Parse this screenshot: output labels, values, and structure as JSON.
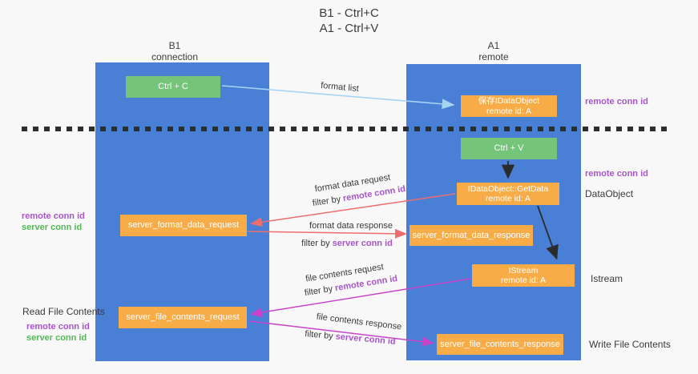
{
  "title": {
    "line1": "B1 - Ctrl+C",
    "line2": "A1 - Ctrl+V"
  },
  "columns": {
    "left": {
      "name": "B1",
      "role": "connection"
    },
    "right": {
      "name": "A1",
      "role": "remote"
    }
  },
  "nodes": {
    "ctrl_c": {
      "label": "Ctrl + C"
    },
    "save_dataobject": {
      "line1": "保存IDataObject",
      "line2": "remote id: A"
    },
    "ctrl_v": {
      "label": "Ctrl + V"
    },
    "getdata": {
      "line1": "IDataObject::GetData",
      "line2": "remote id: A"
    },
    "format_request": {
      "label": "server_format_data_request"
    },
    "format_response": {
      "label": "server_format_data_response"
    },
    "istream": {
      "line1": "IStream",
      "line2": "remote id: A"
    },
    "file_request": {
      "label": "server_file_contents_request"
    },
    "file_response": {
      "label": "server_file_contents_response"
    }
  },
  "flow_labels": {
    "format_list": "format list",
    "format_data_request": "format data request",
    "format_data_response": "format data response",
    "file_contents_request": "file contents request",
    "file_contents_response": "file contents response",
    "filter_by": "filter by ",
    "remote_conn_id": "remote conn id",
    "server_conn_id": "server conn id"
  },
  "side_labels": {
    "right_remote_conn_id_top": "remote conn id",
    "right_remote_conn_id_mid": "remote conn id",
    "dataobject": "DataObject",
    "istream": "Istream",
    "write_file_contents": "Write File Contents",
    "left_remote_conn_id_top": "remote conn id",
    "left_server_conn_id_top": "server conn id",
    "read_file_contents": "Read File Contents",
    "left_remote_conn_id_bottom": "remote conn id",
    "left_server_conn_id_bottom": "server conn id"
  },
  "colors": {
    "column_blue": "#4a7fd6",
    "node_green": "#74c47a",
    "node_orange": "#f8ac47",
    "arrow_salmon": "#ee6d6d",
    "arrow_magenta": "#c943c9",
    "arrow_lightblue": "#a6d4f2",
    "arrow_black": "#2b2b2b",
    "highlight_purple": "#a855c8",
    "highlight_green": "#54b657",
    "text_dark": "#3a3a3a"
  }
}
